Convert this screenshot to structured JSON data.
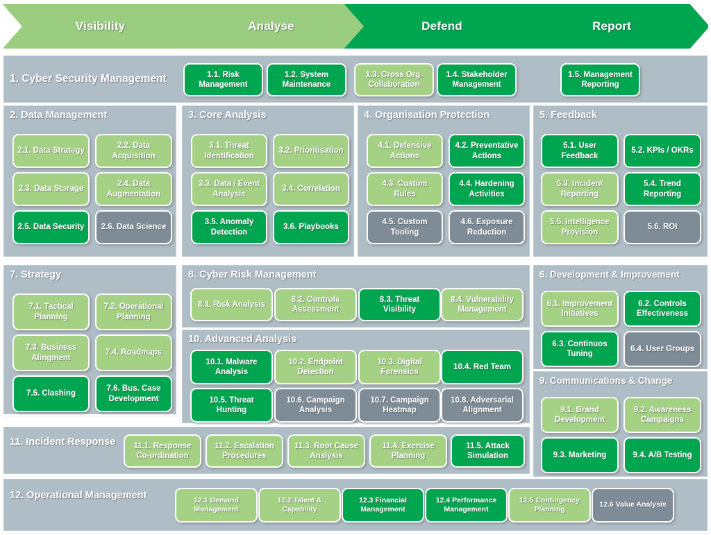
{
  "colors": {
    "light_green": "#A4D184",
    "dark_green": "#00A550",
    "grey": "#7D8C97",
    "panel_bg": "#AFBEC6",
    "white": "#FFFFFF"
  },
  "phases": [
    {
      "label": "Visibility",
      "state": "light"
    },
    {
      "label": "Analyse",
      "state": "light"
    },
    {
      "label": "Defend",
      "state": "dark"
    },
    {
      "label": "Report",
      "state": "dark"
    }
  ],
  "sections": {
    "s1": {
      "title": "1. Cyber Security Management",
      "tiles": [
        {
          "label": "1.1. Risk Management",
          "state": "dark"
        },
        {
          "label": "1.2. System Maintenance",
          "state": "dark"
        },
        {
          "label": "1.3. Cross Org. Collaboration",
          "state": "light"
        },
        {
          "label": "1.4. Stakeholder Management",
          "state": "dark"
        },
        {
          "label": "1.5. Management Reporting",
          "state": "dark"
        }
      ]
    },
    "s2": {
      "title": "2. Data Management",
      "tiles": [
        {
          "label": "2.1. Data Strategy",
          "state": "light"
        },
        {
          "label": "2.2. Data Acquisition",
          "state": "light"
        },
        {
          "label": "2.3. Data Storage",
          "state": "light"
        },
        {
          "label": "2.4. Data Augmentation",
          "state": "light"
        },
        {
          "label": "2.5. Data Security",
          "state": "dark"
        },
        {
          "label": "2.6. Data Science",
          "state": "grey"
        }
      ]
    },
    "s3": {
      "title": "3. Core Analysis",
      "tiles": [
        {
          "label": "3.1. Threat Identification",
          "state": "light"
        },
        {
          "label": "3.2. Prioritisation",
          "state": "light"
        },
        {
          "label": "3.3. Data / Event Analysis",
          "state": "light"
        },
        {
          "label": "3.4. Correlation",
          "state": "light"
        },
        {
          "label": "3.5. Anomaly Detection",
          "state": "dark"
        },
        {
          "label": "3.6. Playbooks",
          "state": "dark"
        }
      ]
    },
    "s4": {
      "title": "4. Organisation Protection",
      "tiles": [
        {
          "label": "4.1. Defensive Actions",
          "state": "light"
        },
        {
          "label": "4.2. Preventative Actions",
          "state": "dark"
        },
        {
          "label": "4.3. Custom Rules",
          "state": "light"
        },
        {
          "label": "4.4. Hardening Activities",
          "state": "dark"
        },
        {
          "label": "4.5.  Custom Tooling",
          "state": "grey"
        },
        {
          "label": "4.6. Exposure Reduction",
          "state": "grey"
        }
      ]
    },
    "s5": {
      "title": "5. Feedback",
      "tiles": [
        {
          "label": "5.1. User Feedback",
          "state": "dark"
        },
        {
          "label": "5.2. KPIs / OKRs",
          "state": "dark"
        },
        {
          "label": "5.3. Incident Reporting",
          "state": "light"
        },
        {
          "label": "5.4. Trend Reporting",
          "state": "dark"
        },
        {
          "label": "5.5. Intelligence Provision",
          "state": "light"
        },
        {
          "label": "5.6. ROI",
          "state": "grey"
        }
      ]
    },
    "s6": {
      "title": "6. Development & Improvement",
      "tiles": [
        {
          "label": "6.1. Improvement Initiatives",
          "state": "light"
        },
        {
          "label": "6.2. Controls Effectiveness",
          "state": "dark"
        },
        {
          "label": "6.3. Continuos Tuning",
          "state": "dark"
        },
        {
          "label": "6.4. User Groups",
          "state": "grey"
        }
      ]
    },
    "s7": {
      "title": "7. Strategy",
      "tiles": [
        {
          "label": "7.1. Tactical Planning",
          "state": "light"
        },
        {
          "label": "7.2. Operational Planning",
          "state": "light"
        },
        {
          "label": "7.3. Business Alingment",
          "state": "light"
        },
        {
          "label": "7.4. Roadmaps",
          "state": "light"
        },
        {
          "label": "7.5. Clashing",
          "state": "dark"
        },
        {
          "label": "7.6. Bus. Case Development",
          "state": "dark"
        }
      ]
    },
    "s8": {
      "title": "8. Cyber Risk Management",
      "tiles": [
        {
          "label": "8.1. Risk Analysis",
          "state": "light"
        },
        {
          "label": "8.2. Controls Assessment",
          "state": "light"
        },
        {
          "label": "8.3. Threat Visibility",
          "state": "dark"
        },
        {
          "label": "8.4. Vulnerability Management",
          "state": "light"
        }
      ]
    },
    "s9": {
      "title": "9. Communications & Change",
      "tiles": [
        {
          "label": "9.1. Brand Development",
          "state": "light"
        },
        {
          "label": "9.2. Awareness Campaigns",
          "state": "light"
        },
        {
          "label": "9.3. Marketing",
          "state": "dark"
        },
        {
          "label": "9.4. A/B Testing",
          "state": "dark"
        }
      ]
    },
    "s10": {
      "title": "10. Advanced Analysis",
      "tiles": [
        {
          "label": "10.1. Malware Analysis",
          "state": "dark"
        },
        {
          "label": "10.2. Endpoint Detection",
          "state": "light"
        },
        {
          "label": "10.3. Digital Forensics",
          "state": "light"
        },
        {
          "label": "10.4. Red Team",
          "state": "dark"
        },
        {
          "label": "10.5. Threat Hunting",
          "state": "dark"
        },
        {
          "label": "10.6. Campaign Analysis",
          "state": "grey"
        },
        {
          "label": "10.7. Campaign Heatmap",
          "state": "grey"
        },
        {
          "label": "10.8. Adversarial Alignment",
          "state": "grey"
        }
      ]
    },
    "s11": {
      "title": "11. Incident Response",
      "tiles": [
        {
          "label": "11.1. Response Co-ordination",
          "state": "light"
        },
        {
          "label": "11.2. Escalation Procedures",
          "state": "light"
        },
        {
          "label": "11.3. Root Cause Analysis",
          "state": "light"
        },
        {
          "label": "11.4. Exercise Planning",
          "state": "light"
        },
        {
          "label": "11.5. Attack Simulation",
          "state": "dark"
        }
      ]
    },
    "s12": {
      "title": "12. Operational Management",
      "tiles": [
        {
          "label": "12.1 Demand Management",
          "state": "light"
        },
        {
          "label": "12.2 Talent & Capability",
          "state": "light"
        },
        {
          "label": "12.3 Financial Management",
          "state": "dark"
        },
        {
          "label": "12.4 Performance Management",
          "state": "dark"
        },
        {
          "label": "12.5 Contingency Planning",
          "state": "light"
        },
        {
          "label": "12.6 Value Analysis",
          "state": "grey"
        }
      ]
    }
  }
}
